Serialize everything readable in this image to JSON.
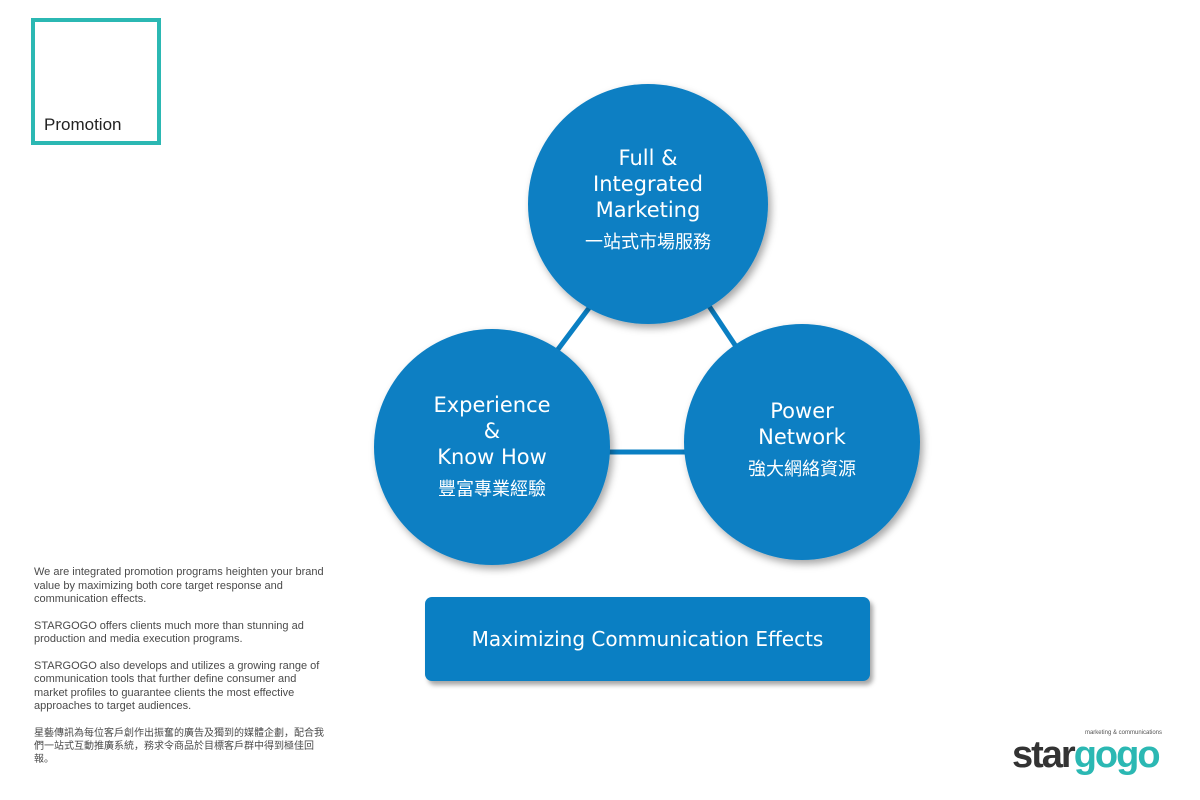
{
  "corner": {
    "label": "Promotion"
  },
  "diagram": {
    "nodes": [
      {
        "id": "top",
        "en": "Full &\nIntegrated\nMarketing",
        "zh": "一站式市場服務"
      },
      {
        "id": "left",
        "en": "Experience\n&\nKnow How",
        "zh": "豐富專業經驗"
      },
      {
        "id": "right",
        "en": "Power\nNetwork",
        "zh": "強大網絡資源"
      }
    ],
    "banner": "Maximizing Communication Effects"
  },
  "description": {
    "p1": "We are integrated promotion programs heighten your brand value by maximizing both core target response and communication effects.",
    "p2": "STARGOGO offers clients much more than stunning ad production and media execution programs.",
    "p3": "STARGOGO also develops and utilizes a growing range of communication tools that further define consumer and market profiles to guarantee clients the most effective approaches to target audiences.",
    "p4": "星藝傳訊為每位客戶創作出振奮的廣告及獨到的媒體企劃，配合我們一站式互動推廣系統，務求令商品於目標客戶群中得到極佳回報。"
  },
  "logo": {
    "part1": "star",
    "part2": "gogo",
    "tagline": "marketing & communications"
  },
  "colors": {
    "primary_blue": "#0a7fc3",
    "teal": "#2bb8b3"
  }
}
